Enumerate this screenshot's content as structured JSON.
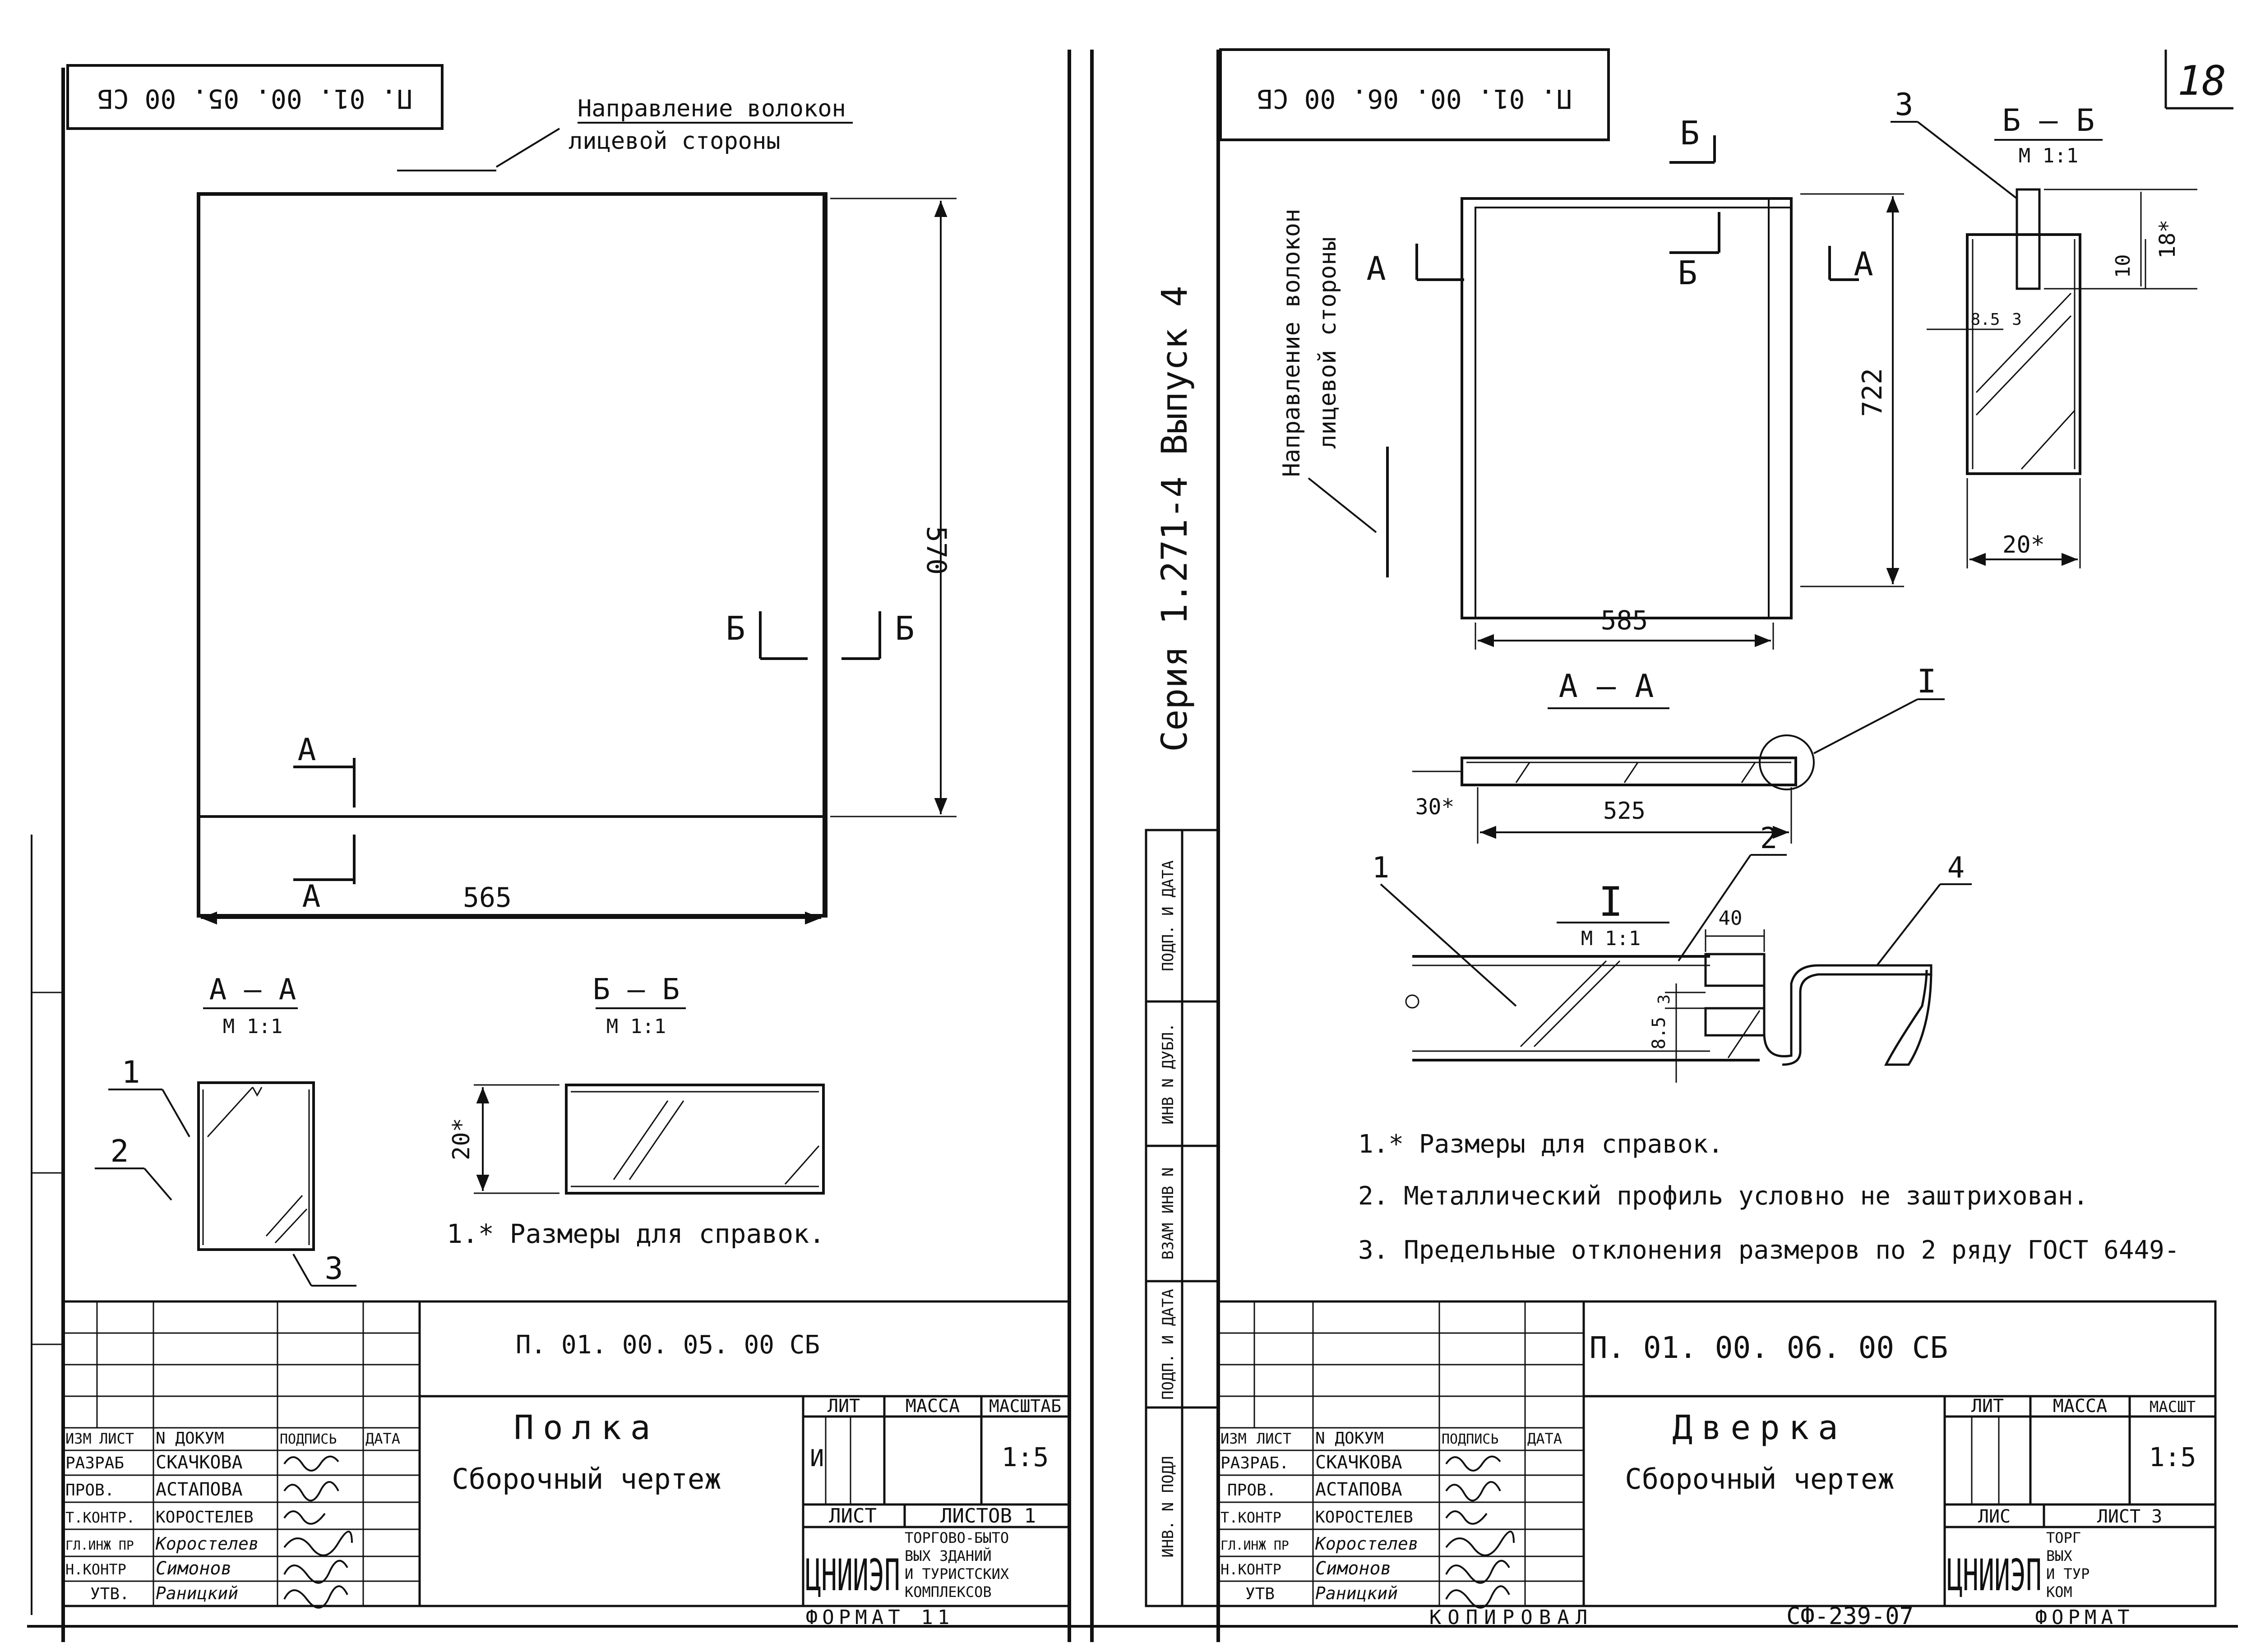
{
  "page_number": "18",
  "series_text": "Серия 1.271-4 Выпуск 4",
  "side_stamp": [
    "ИНВ. N ПОДЛ",
    "ПОДП. И ДАТА",
    "ВЗАМ ИНВ N",
    "ИНВ N ДУБЛ.",
    "ПОДП. И ДАТА"
  ],
  "left": {
    "code_flipped": "П. 01. 00. 05. 00 СБ",
    "grain_label": [
      "Направление волокон",
      "лицевой стороны"
    ],
    "dim_width": "565",
    "dim_height": "570",
    "cut_a": "А",
    "cut_b": "Б",
    "section_aa": {
      "title": "А – А",
      "scale": "М 1:1"
    },
    "section_bb": {
      "title": "Б – Б",
      "scale": "М 1:1",
      "dim": "20*"
    },
    "callouts": [
      "1",
      "2",
      "3"
    ],
    "note": "1.* Размеры для справок.",
    "title_block": {
      "code": "П. 01. 00. 05. 00 СБ",
      "name": "Полка",
      "doc_type": "Сборочный чертеж",
      "row_labels": [
        "РАЗРАБ",
        "ПРОВ.",
        "Т.КОНТР.",
        "ГЛ.ИНЖ ПР",
        "Н.КОНТР",
        "УТВ."
      ],
      "names": [
        "СКАЧКОВА",
        "АСТАПОВА",
        "КОРОСТЕЛЕВ",
        "Коростелев",
        "Симонов",
        "Раницкий"
      ],
      "headers": [
        "ИЗМ",
        "ЛИСТ",
        "N ДОКУМ",
        "ПОДПИСЬ",
        "ДАТА"
      ],
      "lit_label": "ЛИТ",
      "mass_label": "МАССА",
      "scale_label": "МАСШТАБ",
      "lit_value": "И",
      "scale_value": "1:5",
      "sheet_label": "ЛИСТ",
      "sheets_label": "ЛИСТОВ 1",
      "org": "ЦНИИЭП",
      "org_desc": [
        "ТОРГОВО-БЫТО",
        "ВЫХ ЗДАНИЙ",
        "И ТУРИСТСКИХ",
        "КОМПЛЕКСОВ"
      ],
      "format": "ФОРМАТ 11"
    }
  },
  "right": {
    "code_flipped": "П. 01. 00. 06. 00 СБ",
    "grain_label": [
      "Направление волокон",
      "лицевой стороны"
    ],
    "dim_width": "585",
    "dim_height": "722",
    "cut_a": "А",
    "cut_b": "Б",
    "section_bb": {
      "title": "Б – Б",
      "scale": "М 1:1",
      "dim_18": "18*",
      "dim_10": "10",
      "dim_85": "8.5",
      "dim_3": "3",
      "dim_20": "20*",
      "callout": "3"
    },
    "section_aa": {
      "title": "А – А",
      "dim_30": "30*",
      "dim_525": "525",
      "detail_ref": "I"
    },
    "detail": {
      "title": "I",
      "scale": "М 1:1",
      "dim_40": "40",
      "dim_85": "8.5",
      "dim_3": "3",
      "callouts": [
        "1",
        "2",
        "4"
      ]
    },
    "notes": [
      "1.* Размеры для справок.",
      "2. Металлический профиль условно не заштрихован.",
      "3. Предельные отклонения размеров по 2 ряду ГОСТ 6449-"
    ],
    "title_block": {
      "code": "П. 01. 00. 06. 00 СБ",
      "name": "Дверка",
      "doc_type": "Сборочный чертеж",
      "row_labels": [
        "РАЗРАБ.",
        "ПРОВ.",
        "Т.КОНТР",
        "ГЛ.ИНЖ ПР",
        "Н.КОНТР",
        "УТВ"
      ],
      "names": [
        "СКАЧКОВА",
        "АСТАПОВА",
        "КОРОСТЕЛЕВ",
        "Коростелев",
        "Симонов",
        "Раницкий"
      ],
      "headers": [
        "ИЗМ",
        "ЛИСТ",
        "N ДОКУМ",
        "ПОДПИСЬ",
        "ДАТА"
      ],
      "lit_label": "ЛИТ",
      "mass_label": "МАССА",
      "scale_label": "МАСШТ",
      "scale_value": "1:5",
      "sheet_label": "ЛИС",
      "sheets_label": "ЛИСТ 3",
      "org": "ЦНИИЭП",
      "org_desc": [
        "ТОРГ",
        "ВЫХ",
        "И ТУР",
        "КОМ"
      ],
      "format": "ФОРМАТ"
    }
  },
  "footer": {
    "copied": "КОПИРОВАЛ",
    "code": "СФ-239-07"
  }
}
